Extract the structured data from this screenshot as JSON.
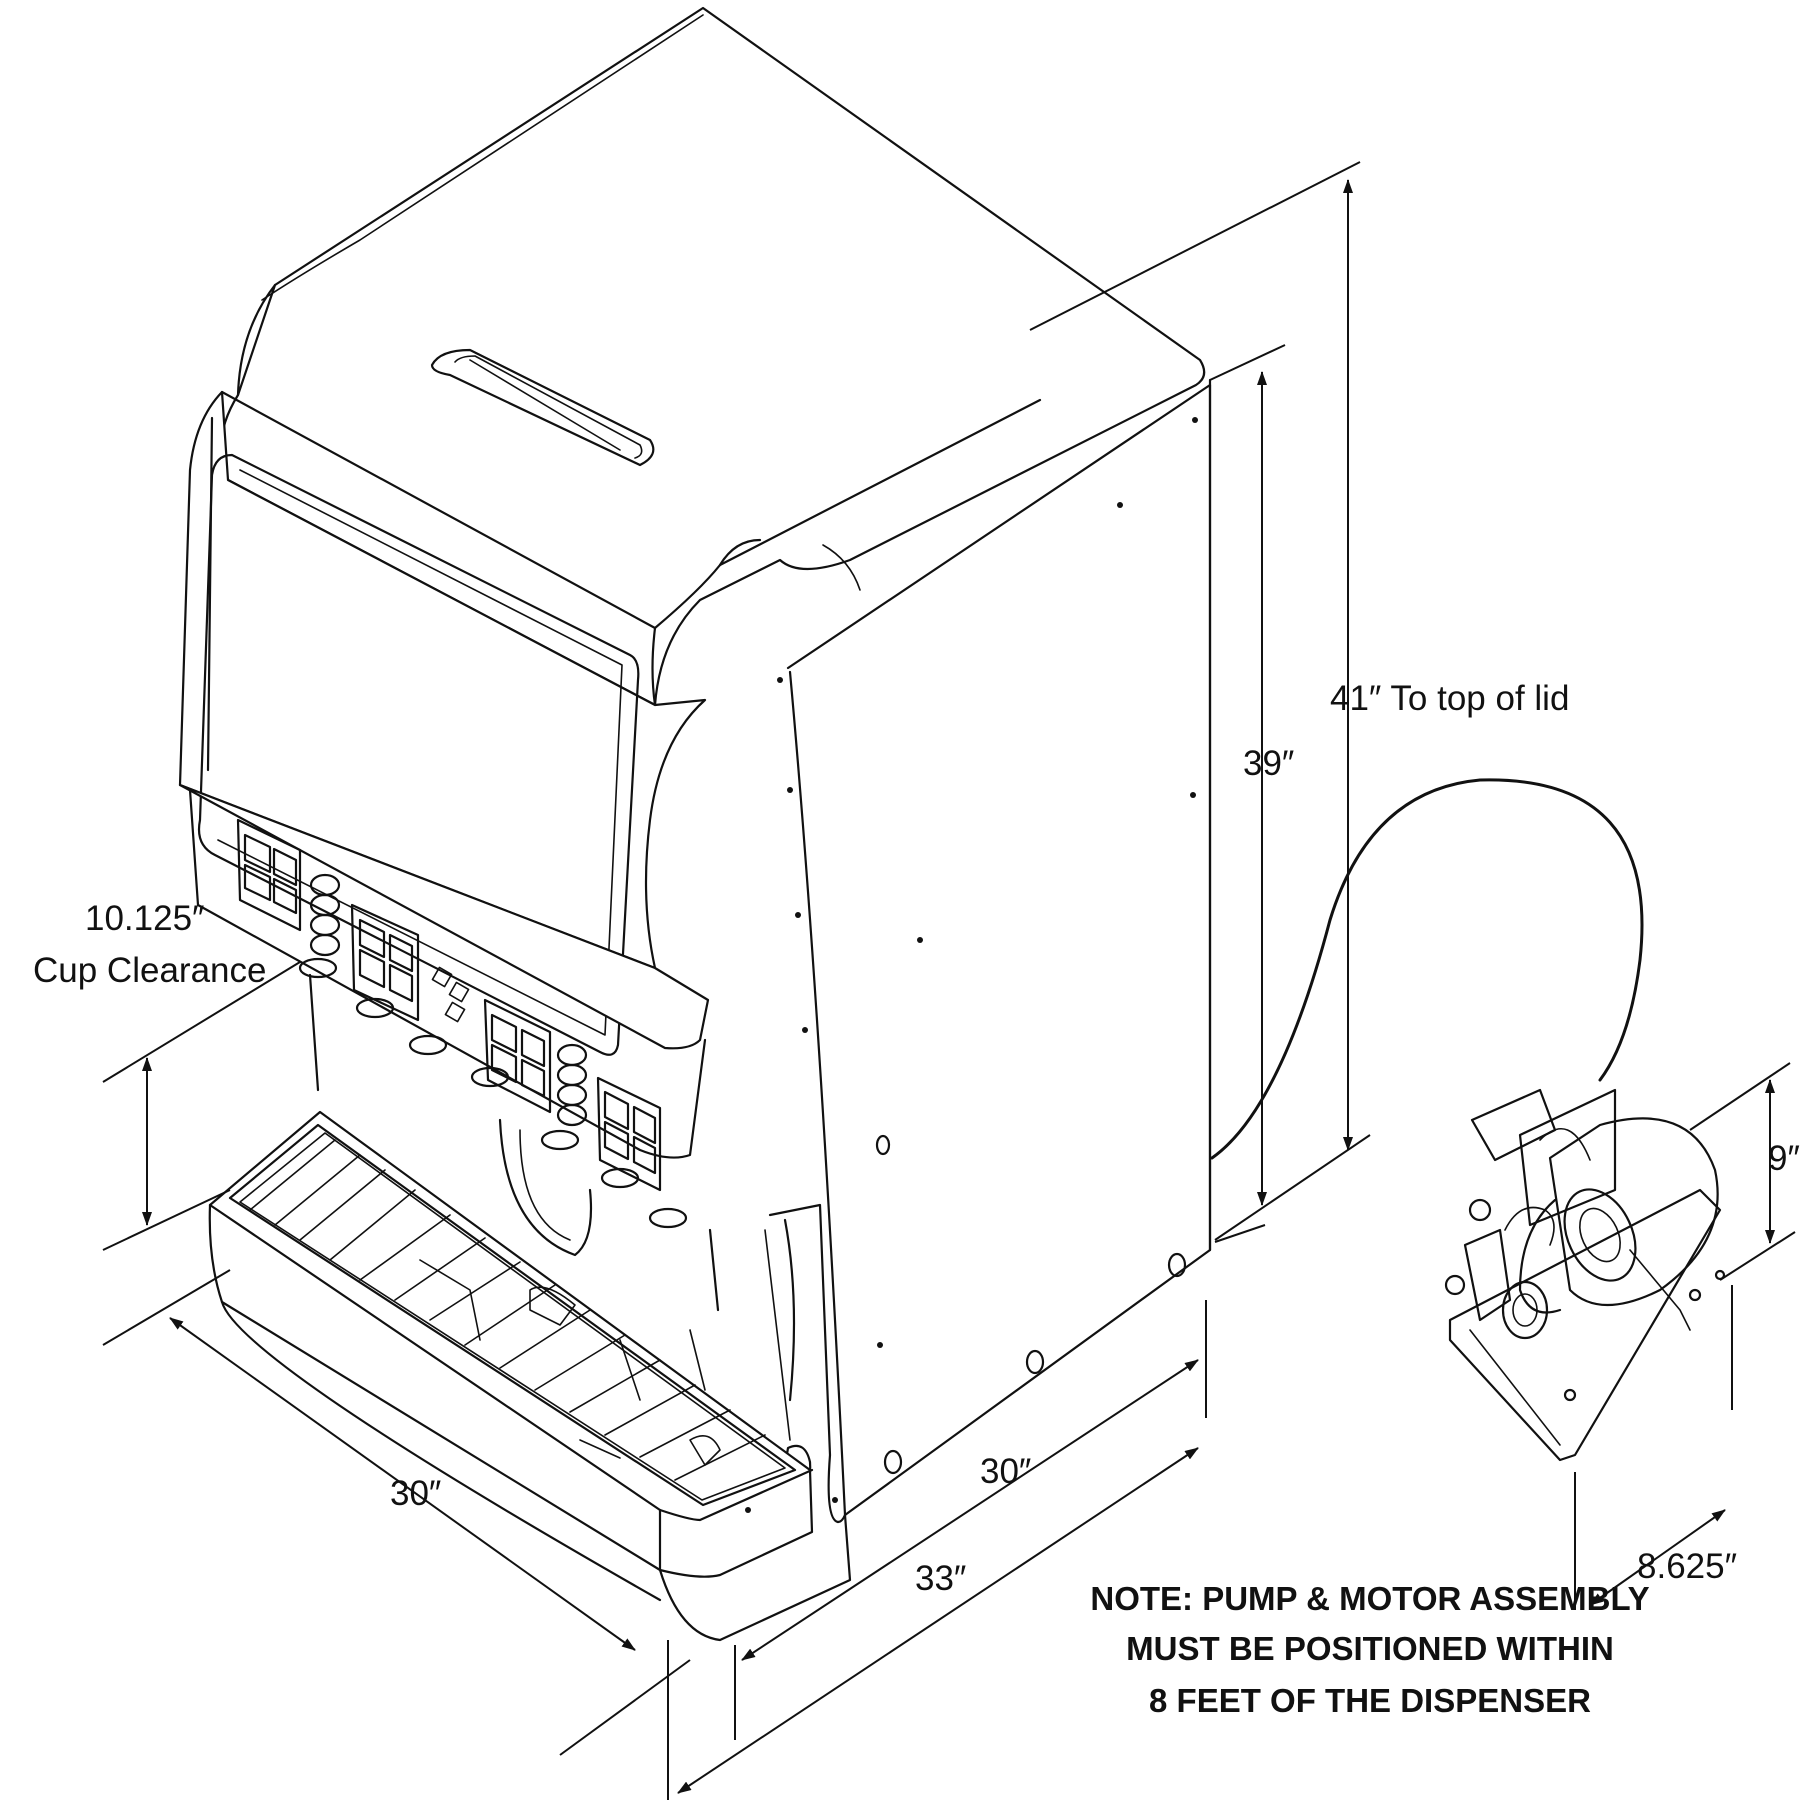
{
  "dimensions": {
    "height_total": "41″ To top of lid",
    "height_body": "39″",
    "cup_clearance_value": "10.125″",
    "cup_clearance_label": "Cup Clearance",
    "width_front": "30″",
    "depth_body": "30″",
    "depth_total": "33″",
    "pump_height": "9″",
    "pump_width": "8.625″"
  },
  "note": {
    "line1": "NOTE: PUMP & MOTOR ASSEMBLY",
    "line2": "MUST BE POSITIONED WITHIN",
    "line3": "8 FEET OF THE DISPENSER"
  },
  "icons": [
    "dispenser-drawing",
    "pump-motor-assembly-drawing",
    "hose-line"
  ]
}
